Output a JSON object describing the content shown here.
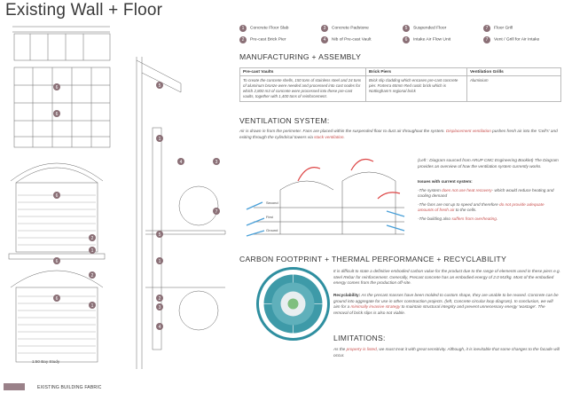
{
  "page": {
    "title": "Existing Wall + Floor",
    "scale_note": "1:50 Bay Study",
    "footer_label": "EXISTING BUILDING FABRIC"
  },
  "colors": {
    "accent": "#8a6f76",
    "highlight": "#c8504e",
    "legend_swatch": "#9a8189"
  },
  "drawing_markers": [
    "6",
    "6",
    "5",
    "1",
    "4",
    "3",
    "7",
    "6",
    "5",
    "2",
    "1",
    "6",
    "1",
    "2",
    "2",
    "3",
    "4",
    "6",
    "1"
  ],
  "key": [
    {
      "num": "1",
      "label": "Concrete Floor Slab"
    },
    {
      "num": "3",
      "label": "Concrete Padstone"
    },
    {
      "num": "5",
      "label": "Suspended Floor"
    },
    {
      "num": "7",
      "label": "Floor Grill"
    },
    {
      "num": "2",
      "label": "Pre-cast Brick Pier"
    },
    {
      "num": "4",
      "label": "Nib of Pre-cast Vault"
    },
    {
      "num": "6",
      "label": "Intake Air Flow Unit"
    },
    {
      "num": "7",
      "label": "Vent / Grill for Air Intake"
    }
  ],
  "manufacturing": {
    "heading": "MANUFACTURING + ASSEMBLY",
    "columns": [
      "Pre-cast Vaults",
      "Brick Piers",
      "Ventilation Grills"
    ],
    "cells": [
      "To create the concrete shells, 150 tons of stainless steel and 24 tons of aluminum bronze were needed and processed into cast nodes for which 2,800 m3 of concrete were processed into these pre-cast vaults, together with 1,400 tons of reinforcement.",
      "Brick slip cladding which encases pre-cast concrete pier. Forterra 65mm Red rustic brick which is Nottingham's regional brick",
      "Aluminium"
    ]
  },
  "ventilation": {
    "heading": "VENTILATION SYSTEM:",
    "intro_a": "Air is drawn in from the perimeter. Fans are placed within the suspended floor to duct air throughout the system. ",
    "intro_highlight": "Displacement ventilation",
    "intro_b": " pushes fresh air into the 'Cell's' and exiting through the cylindrical towers via ",
    "intro_highlight2": "stack ventilation",
    "intro_c": ".",
    "diagram_note": "(Left : Diagram sourced from ARUP CMC Engineering Booklet) The Diagram provides an overview of how the ventilation system currently works.",
    "diagram_labels": [
      "Second",
      "First",
      "Ground"
    ],
    "issues_heading": "Issues with current system:",
    "issue1_a": "-The system ",
    "issue1_hl": "does not use heat recovery",
    "issue1_b": "- which would reduce heating and cooling demand",
    "issue2_a": "-The fans are not up to speed and therefore ",
    "issue2_hl": "do not provide adequate amounts of fresh air",
    "issue2_b": " to the cells.",
    "issue3_a": "-The building also ",
    "issue3_hl": "suffers from overheating",
    "issue3_b": "."
  },
  "carbon": {
    "heading": "CARBON FOOTPRINT + THERMAL PERFORMANCE + RECYCLABILITY",
    "para1": "It is difficult to state a definitive embodied carbon value for the product due to the range of elements used in these piers e.g. steel Rebar for reinforcement. Generally, Precast concrete has an embodied energy of 2.0 MJ/kg. Most of the embodied energy comes from the production off-site.",
    "recyc_label": "Recyclability:",
    "para2_a": " As the precast masses have been molded to custom shape, they are unable to be reused. Concrete can be ground into aggregate for use in other construction projects. (left, Concrete circular loop diagram). In conclusion, we will aim for a ",
    "para2_hl": "minimally invasive strategy",
    "para2_b": " to maintain structural integrity and prevent unnecessary energy 'wastage'. The removal of brick slips is also not viable."
  },
  "limitations": {
    "heading": "LIMITATIONS:",
    "text_a": "As the ",
    "text_hl": "property is listed",
    "text_b": ", we must treat it with great sensitivity. Although, it is inevitable that some changes to the facade will occur."
  }
}
